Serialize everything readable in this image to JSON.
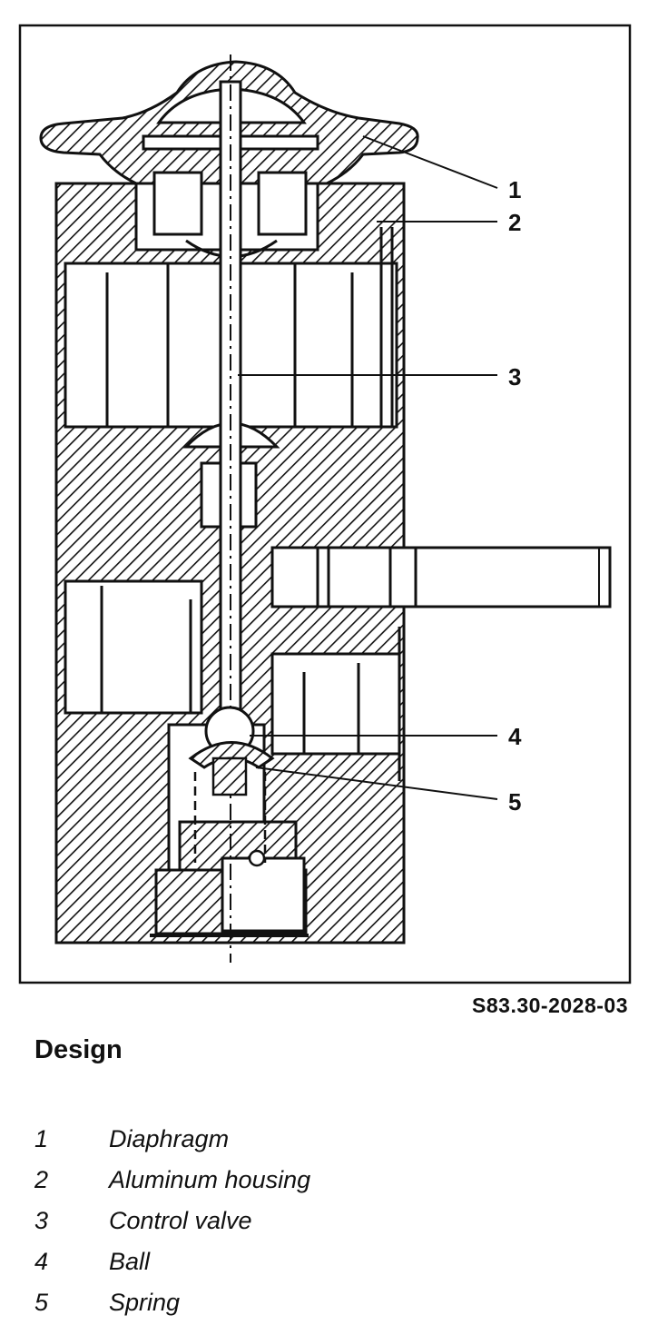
{
  "figure": {
    "callouts": [
      {
        "num": "1"
      },
      {
        "num": "2"
      },
      {
        "num": "3"
      },
      {
        "num": "4"
      },
      {
        "num": "5"
      }
    ],
    "figure_id": "S83.30-2028-03"
  },
  "legend": {
    "title": "Design",
    "items": [
      {
        "num": "1",
        "label": "Diaphragm"
      },
      {
        "num": "2",
        "label": "Aluminum housing"
      },
      {
        "num": "3",
        "label": "Control valve"
      },
      {
        "num": "4",
        "label": "Ball"
      },
      {
        "num": "5",
        "label": "Spring"
      }
    ]
  }
}
